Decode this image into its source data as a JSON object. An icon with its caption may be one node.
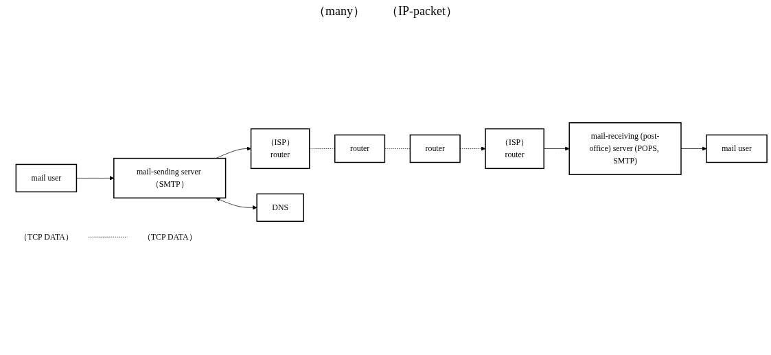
{
  "diagram": {
    "nodes": [
      {
        "text": [
          "mail user"
        ]
      },
      {
        "text": [
          "mail-sending server （SMTP）"
        ]
      },
      {
        "text": [
          "（ISP）",
          "router"
        ]
      },
      {
        "text": [
          "router"
        ]
      },
      {
        "text": [
          "router"
        ]
      },
      {
        "text": [
          "（ISP）",
          "router"
        ]
      },
      {
        "text": [
          "mail-receiving (post-office) server (POPS, SMTP)"
        ]
      },
      {
        "text": [
          "mail user"
        ]
      },
      {
        "text": [
          "DNS"
        ]
      },
      {
        "text": [
          "（TCP DATA）"
        ]
      },
      {
        "text": [
          "（TCP DATA）"
        ]
      }
    ],
    "edges": [
      {
        "from": 0,
        "to": 1,
        "arrow": "to"
      },
      {
        "from": 1,
        "to": 2,
        "arrow": "to"
      },
      {
        "from": 2,
        "to": 3,
        "arrow": "none",
        "style": "dashed"
      },
      {
        "from": 3,
        "to": 4,
        "arrow": "none",
        "style": "dashed"
      },
      {
        "from": 4,
        "to": 5,
        "arrow": "to",
        "style": "dashed"
      },
      {
        "from": 5,
        "to": 6,
        "arrow": "to"
      },
      {
        "from": 6,
        "to": 7,
        "arrow": "to"
      },
      {
        "from": 1,
        "to": 8,
        "arrow": "both"
      },
      {
        "from": 9,
        "to": 10,
        "arrow": "none",
        "style": "dashed"
      }
    ],
    "labels": [
      "（many）",
      "（IP-packet）"
    ]
  }
}
